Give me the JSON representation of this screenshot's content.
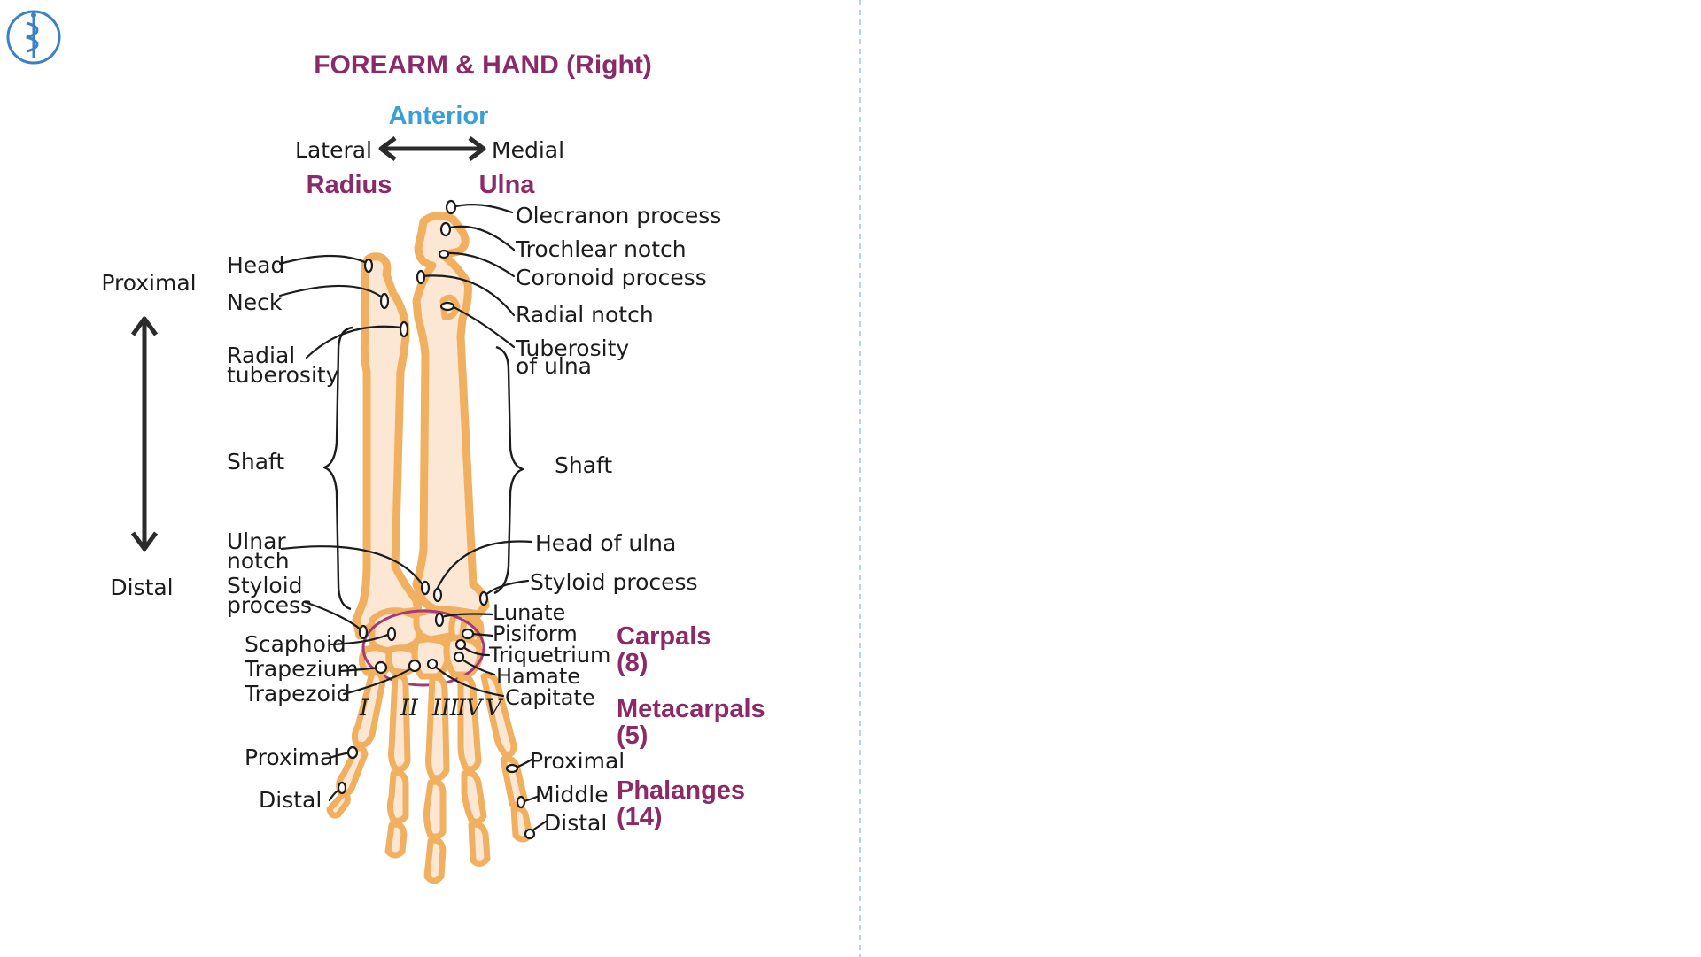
{
  "title": "FOREARM & HAND (Right)",
  "orientation": {
    "anterior": "Anterior",
    "lateral": "Lateral",
    "medial": "Medial",
    "proximal": "Proximal",
    "distal": "Distal"
  },
  "bones": {
    "radius": "Radius",
    "ulna": "Ulna"
  },
  "ulna_labels": {
    "olecranon": "Olecranon process",
    "trochlear": "Trochlear notch",
    "coronoid": "Coronoid process",
    "radial_notch": "Radial notch",
    "tuberosity_1": "Tuberosity",
    "tuberosity_2": "of ulna",
    "shaft": "Shaft",
    "head": "Head of ulna",
    "styloid": "Styloid process"
  },
  "radius_labels": {
    "head": "Head",
    "neck": "Neck",
    "tuberosity_1": "Radial",
    "tuberosity_2": "tuberosity",
    "shaft": "Shaft",
    "ulnar_notch_1": "Ulnar",
    "ulnar_notch_2": "notch",
    "styloid_1": "Styloid",
    "styloid_2": "process"
  },
  "carpal_labels": {
    "scaphoid": "Scaphoid",
    "trapezium": "Trapezium",
    "trapezoid": "Trapezoid",
    "lunate": "Lunate",
    "pisiform": "Pisiform",
    "triquetrium": "Triquetrium",
    "hamate": "Hamate",
    "capitate": "Capitate"
  },
  "metacarpal_numerals": [
    "I",
    "II",
    "III",
    "IV",
    "V"
  ],
  "phalanx_labels": {
    "left_proximal": "Proximal",
    "left_distal": "Distal",
    "right_proximal": "Proximal",
    "right_middle": "Middle",
    "right_distal": "Distal"
  },
  "groups": {
    "carpals": "Carpals",
    "carpals_count": "(8)",
    "metacarpals": "Metacarpals",
    "metacarpals_count": "(5)",
    "phalanges": "Phalanges",
    "phalanges_count": "(14)"
  },
  "colors": {
    "title": "#8b2a66",
    "anterior": "#3a9fd4",
    "lateral": "#e8893c",
    "medial": "#6b3fc4",
    "proximal": "#d63b95",
    "distal": "#2c2c9e",
    "bone_outline": "#f0b060",
    "bone_fill": "#fbe7d3",
    "carpal_ring": "#a23a78",
    "logo": "#3b82c4"
  }
}
